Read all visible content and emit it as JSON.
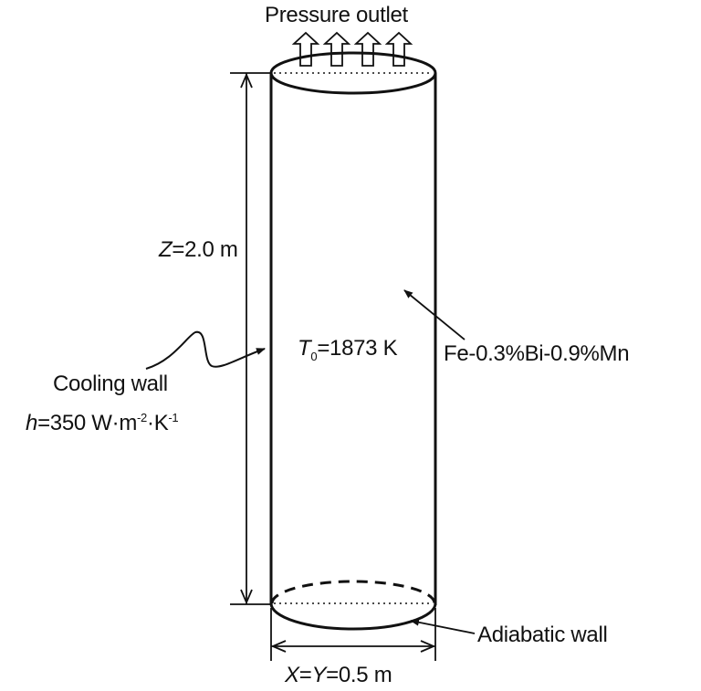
{
  "labels": {
    "outlet": "Pressure outlet",
    "height_var": "Z",
    "height_val": "=2.0 m",
    "temp_var": "T",
    "temp_sub": "0",
    "temp_val": "=1873 K",
    "material": "Fe-0.3%Bi-0.9%Mn",
    "cooling_title": "Cooling wall",
    "cooling_var": "h",
    "cooling_val": "=350 W·m",
    "cooling_exp1": "-2",
    "cooling_mid": "·K",
    "cooling_exp2": "-1",
    "adiabatic": "Adiabatic wall",
    "width_var_x": "X",
    "width_eq": "=",
    "width_var_y": "Y",
    "width_val": "=0.5 m"
  },
  "colors": {
    "line": "#111111",
    "background": "#ffffff"
  }
}
